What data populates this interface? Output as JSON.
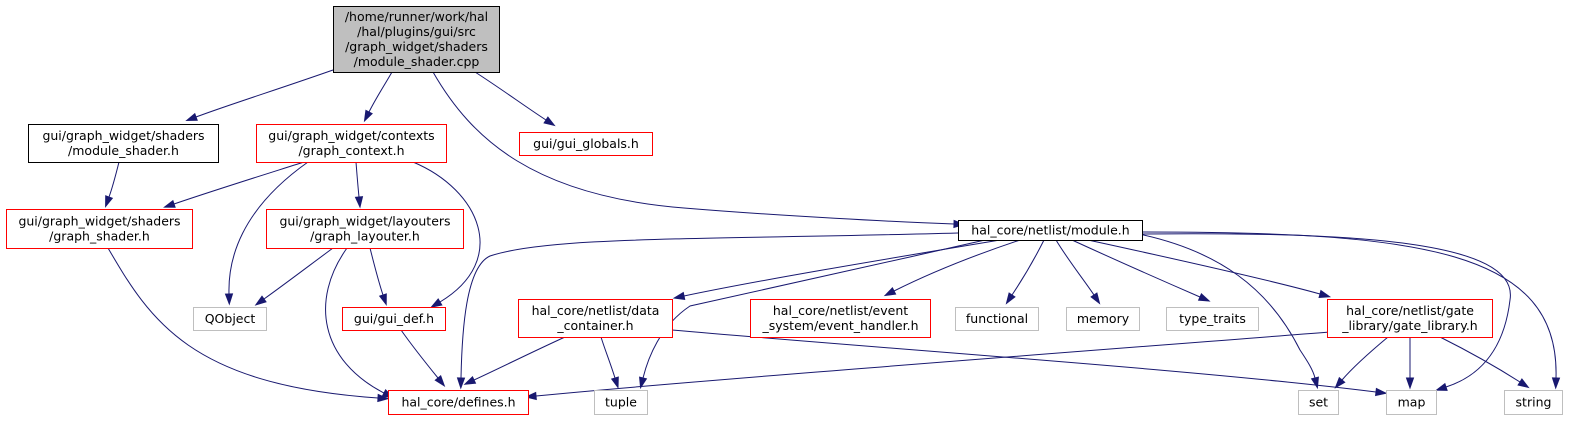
{
  "colors": {
    "edge": "#191970",
    "root_fill": "#bfbfbf",
    "border_black": "#000000",
    "border_red": "#ff0000",
    "border_gray": "#bfbfbf",
    "text": "#000000"
  },
  "nodes": {
    "module_shader_cpp": {
      "lines": [
        "/home/runner/work/hal",
        "/hal/plugins/gui/src",
        "/graph_widget/shaders",
        "/module_shader.cpp"
      ],
      "style": "root"
    },
    "module_shader_h": {
      "lines": [
        "gui/graph_widget/shaders",
        "/module_shader.h"
      ],
      "style": "black"
    },
    "graph_context_h": {
      "lines": [
        "gui/graph_widget/contexts",
        "/graph_context.h"
      ],
      "style": "red"
    },
    "gui_globals_h": {
      "lines": [
        "gui/gui_globals.h"
      ],
      "style": "red"
    },
    "graph_shader_h": {
      "lines": [
        "gui/graph_widget/shaders",
        "/graph_shader.h"
      ],
      "style": "red"
    },
    "graph_layouter_h": {
      "lines": [
        "gui/graph_widget/layouters",
        "/graph_layouter.h"
      ],
      "style": "red"
    },
    "qobject": {
      "lines": [
        "QObject"
      ],
      "style": "gray"
    },
    "gui_def_h": {
      "lines": [
        "gui/gui_def.h"
      ],
      "style": "red"
    },
    "module_h": {
      "lines": [
        "hal_core/netlist/module.h"
      ],
      "style": "black"
    },
    "data_container_h": {
      "lines": [
        "hal_core/netlist/data",
        "_container.h"
      ],
      "style": "red"
    },
    "event_handler_h": {
      "lines": [
        "hal_core/netlist/event",
        "_system/event_handler.h"
      ],
      "style": "red"
    },
    "functional": {
      "lines": [
        "functional"
      ],
      "style": "gray"
    },
    "memory": {
      "lines": [
        "memory"
      ],
      "style": "gray"
    },
    "type_traits": {
      "lines": [
        "type_traits"
      ],
      "style": "gray"
    },
    "gate_library_h": {
      "lines": [
        "hal_core/netlist/gate",
        "_library/gate_library.h"
      ],
      "style": "red"
    },
    "defines_h": {
      "lines": [
        "hal_core/defines.h"
      ],
      "style": "red"
    },
    "tuple": {
      "lines": [
        "tuple"
      ],
      "style": "gray"
    },
    "set": {
      "lines": [
        "set"
      ],
      "style": "gray"
    },
    "map": {
      "lines": [
        "map"
      ],
      "style": "gray"
    },
    "string": {
      "lines": [
        "string"
      ],
      "style": "gray"
    }
  },
  "edges": [
    [
      "module_shader_cpp",
      "module_shader_h"
    ],
    [
      "module_shader_cpp",
      "graph_context_h"
    ],
    [
      "module_shader_cpp",
      "gui_globals_h"
    ],
    [
      "module_shader_cpp",
      "module_h"
    ],
    [
      "module_shader_h",
      "graph_shader_h"
    ],
    [
      "graph_context_h",
      "graph_shader_h"
    ],
    [
      "graph_context_h",
      "qobject"
    ],
    [
      "graph_context_h",
      "graph_layouter_h"
    ],
    [
      "graph_context_h",
      "gui_def_h"
    ],
    [
      "graph_shader_h",
      "defines_h"
    ],
    [
      "graph_layouter_h",
      "qobject"
    ],
    [
      "graph_layouter_h",
      "gui_def_h"
    ],
    [
      "graph_layouter_h",
      "defines_h"
    ],
    [
      "gui_def_h",
      "defines_h"
    ],
    [
      "module_h",
      "defines_h"
    ],
    [
      "module_h",
      "data_container_h"
    ],
    [
      "module_h",
      "event_handler_h"
    ],
    [
      "module_h",
      "functional"
    ],
    [
      "module_h",
      "memory"
    ],
    [
      "module_h",
      "type_traits"
    ],
    [
      "module_h",
      "gate_library_h"
    ],
    [
      "module_h",
      "tuple"
    ],
    [
      "module_h",
      "set"
    ],
    [
      "module_h",
      "map"
    ],
    [
      "module_h",
      "string"
    ],
    [
      "data_container_h",
      "defines_h"
    ],
    [
      "data_container_h",
      "tuple"
    ],
    [
      "data_container_h",
      "map"
    ],
    [
      "gate_library_h",
      "defines_h"
    ],
    [
      "gate_library_h",
      "set"
    ],
    [
      "gate_library_h",
      "map"
    ],
    [
      "gate_library_h",
      "string"
    ]
  ]
}
